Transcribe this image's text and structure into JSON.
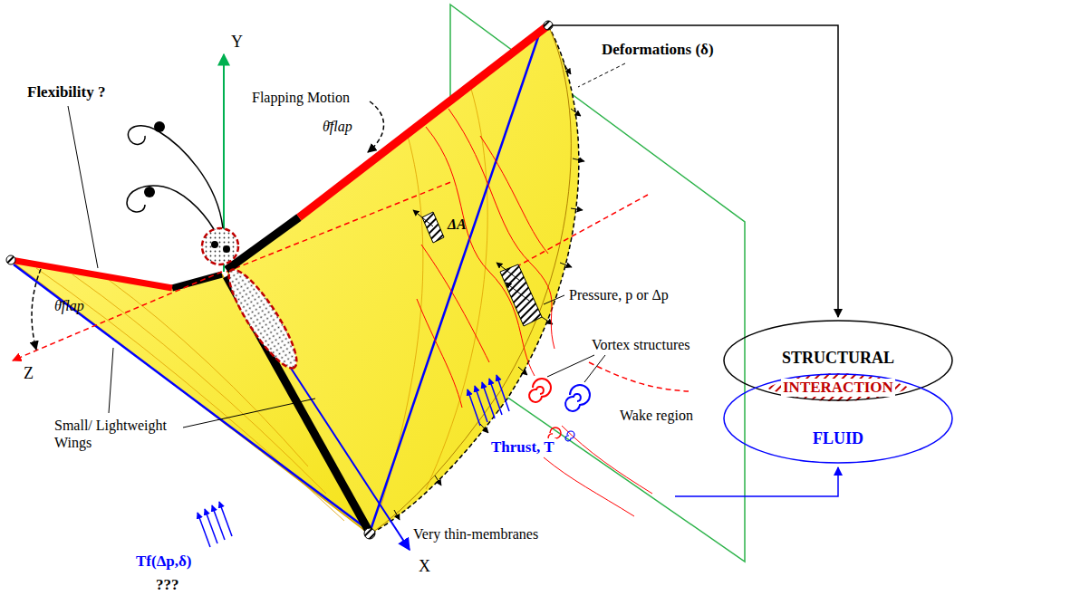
{
  "diagram": {
    "nodes": [
      {
        "text": [
          "STRUCTURAL"
        ]
      },
      {
        "text": [
          "FLUID"
        ]
      }
    ],
    "labels": [
      "Flexibility ?",
      "Flapping Motion",
      "θ̄flap",
      "θ̄flap",
      "Deformations (δ)",
      "Pressure, p or Δp",
      "ΔA",
      "Vortex structures",
      "Thrust, T",
      "Wake region",
      "Small/ Lightweight Wings",
      "Very thin-membranes",
      "Tf(Δp,δ)",
      "???",
      "Y",
      "Z",
      "X",
      "INTERACTION"
    ]
  }
}
